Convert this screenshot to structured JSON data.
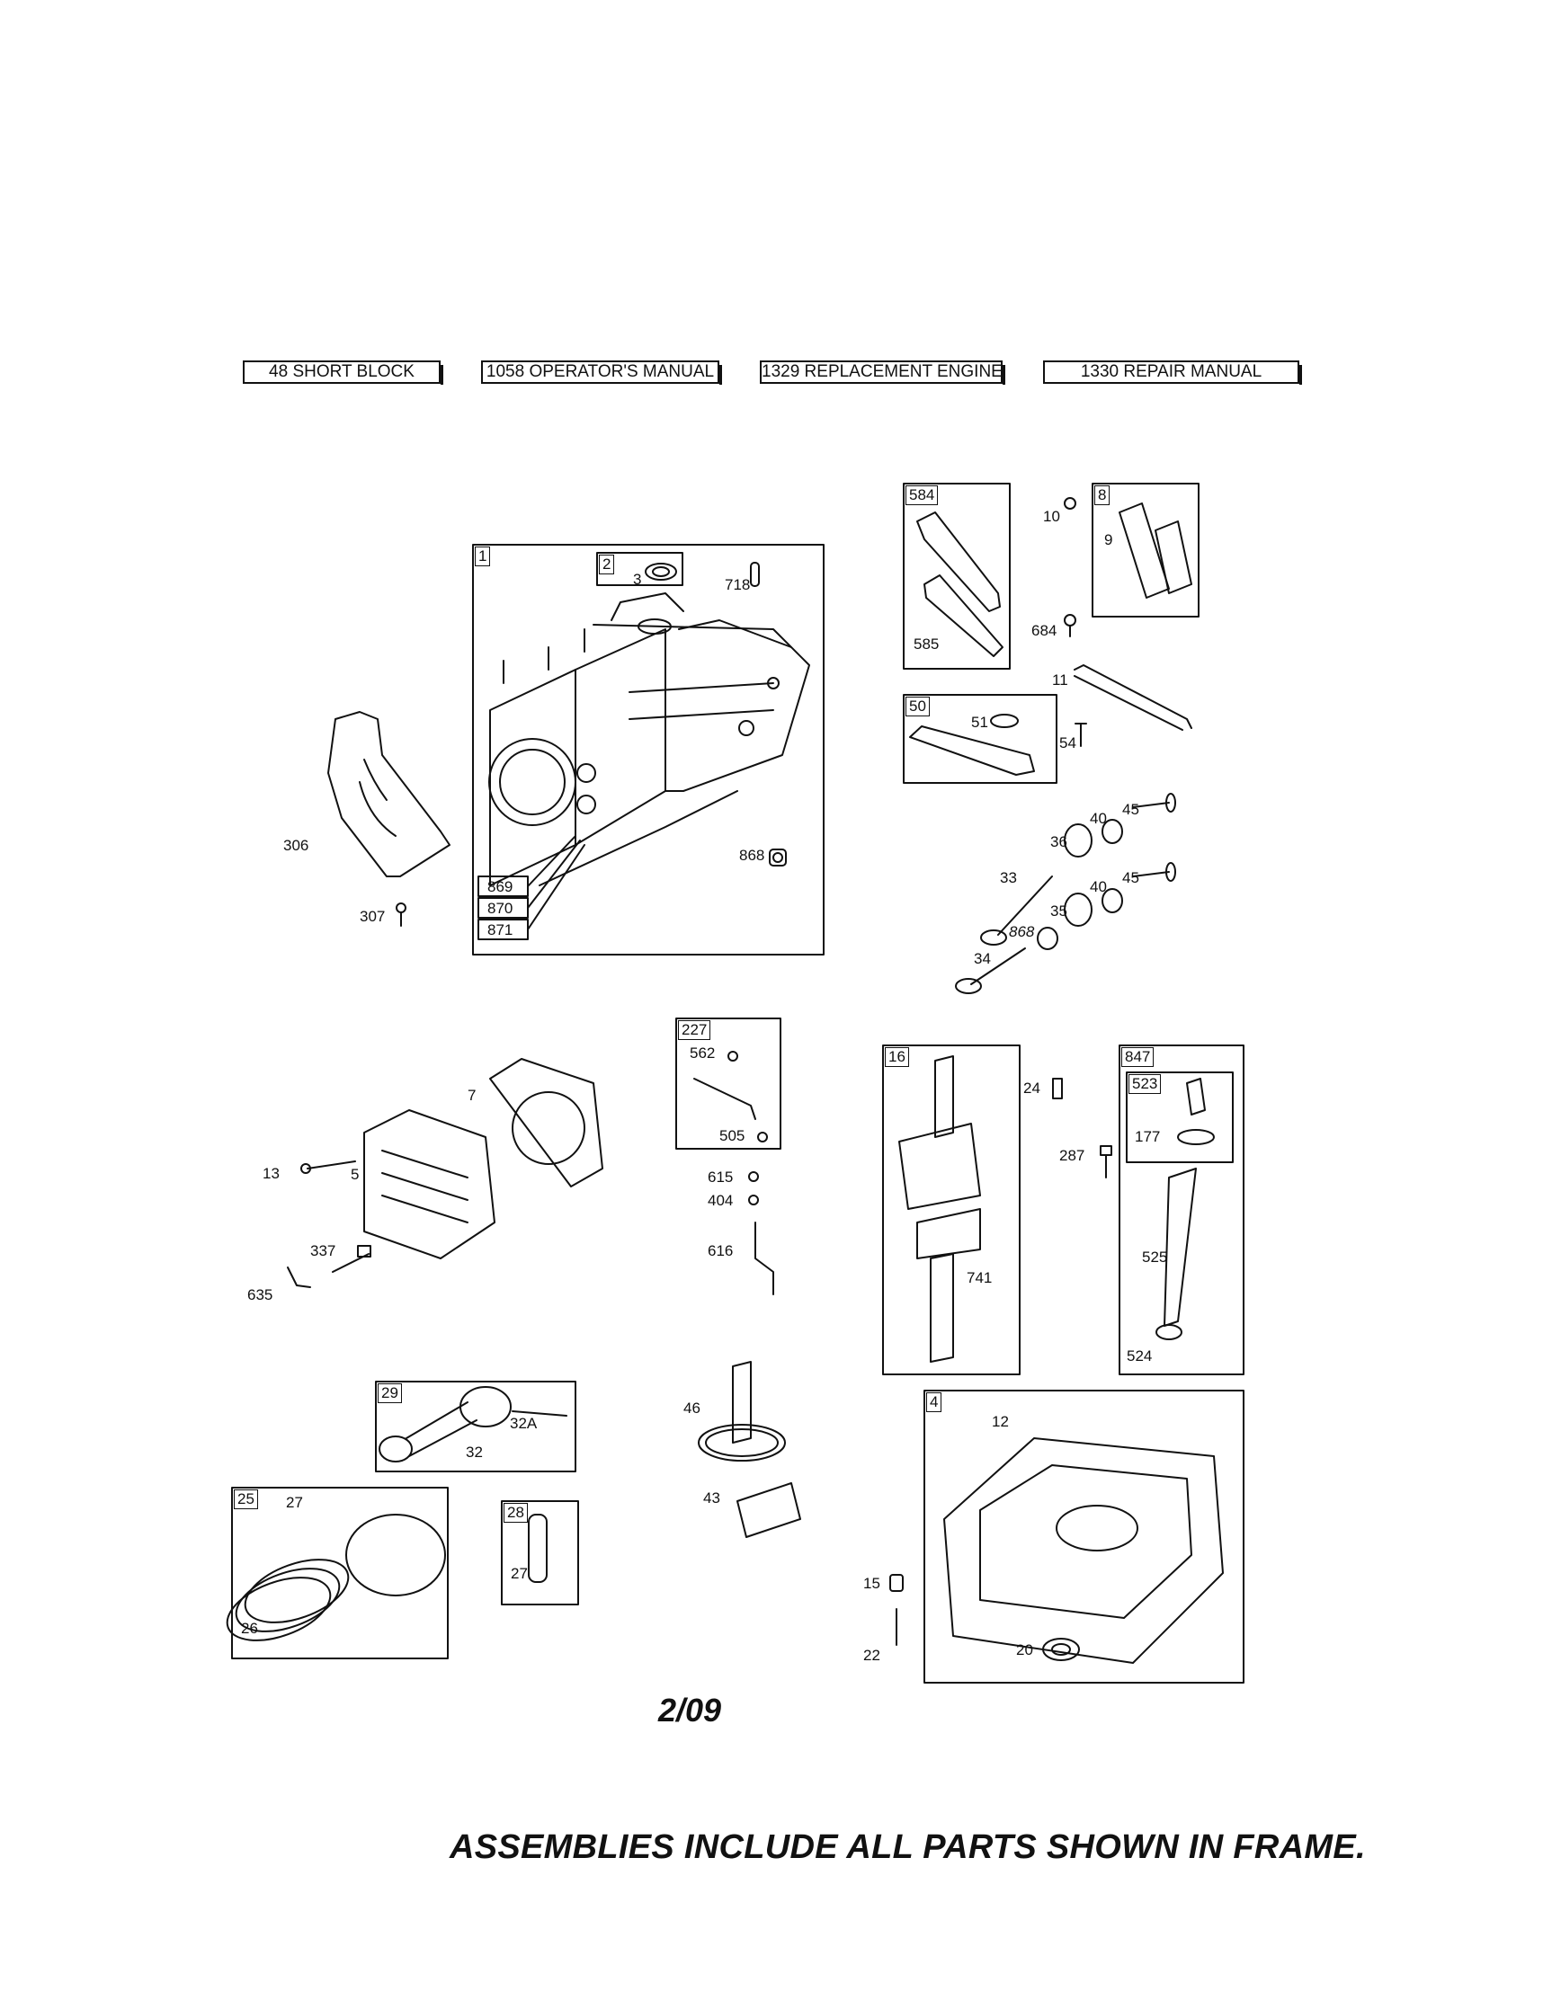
{
  "header_boxes": [
    "48 SHORT BLOCK",
    "1058 OPERATOR'S MANUAL",
    "1329 REPLACEMENT ENGINE",
    "1330 REPAIR MANUAL"
  ],
  "frames": {
    "f1": "1",
    "f2": "2",
    "f584": "584",
    "f8": "8",
    "f50": "50",
    "f869": "869",
    "f870": "870",
    "f871": "871",
    "f227": "227",
    "f16": "16",
    "f847": "847",
    "f523": "523",
    "f29": "29",
    "f25": "25",
    "f28": "28",
    "f4": "4"
  },
  "callouts": {
    "c3": "3",
    "c718": "718",
    "c306": "306",
    "c307": "307",
    "c868a": "868",
    "c10": "10",
    "c9": "9",
    "c585": "585",
    "c684": "684",
    "c11": "11",
    "c51": "51",
    "c54": "54",
    "c40a": "40",
    "c45a": "45",
    "c36": "36",
    "c33": "33",
    "c40b": "40",
    "c45b": "45",
    "c35": "35",
    "c868b": "868",
    "c34": "34",
    "c7": "7",
    "c13": "13",
    "c5": "5",
    "c337": "337",
    "c635": "635",
    "c562": "562",
    "c505": "505",
    "c615": "615",
    "c404": "404",
    "c616": "616",
    "c24": "24",
    "c287": "287",
    "c177": "177",
    "c525": "525",
    "c524": "524",
    "c741": "741",
    "c32A": "32A",
    "c32": "32",
    "c46": "46",
    "c43": "43",
    "c27a": "27",
    "c26": "26",
    "c27b": "27",
    "c12": "12",
    "c15": "15",
    "c22": "22",
    "c20": "20"
  },
  "footer": {
    "date": "2/09",
    "note": "ASSEMBLIES INCLUDE ALL PARTS SHOWN IN FRAME."
  }
}
